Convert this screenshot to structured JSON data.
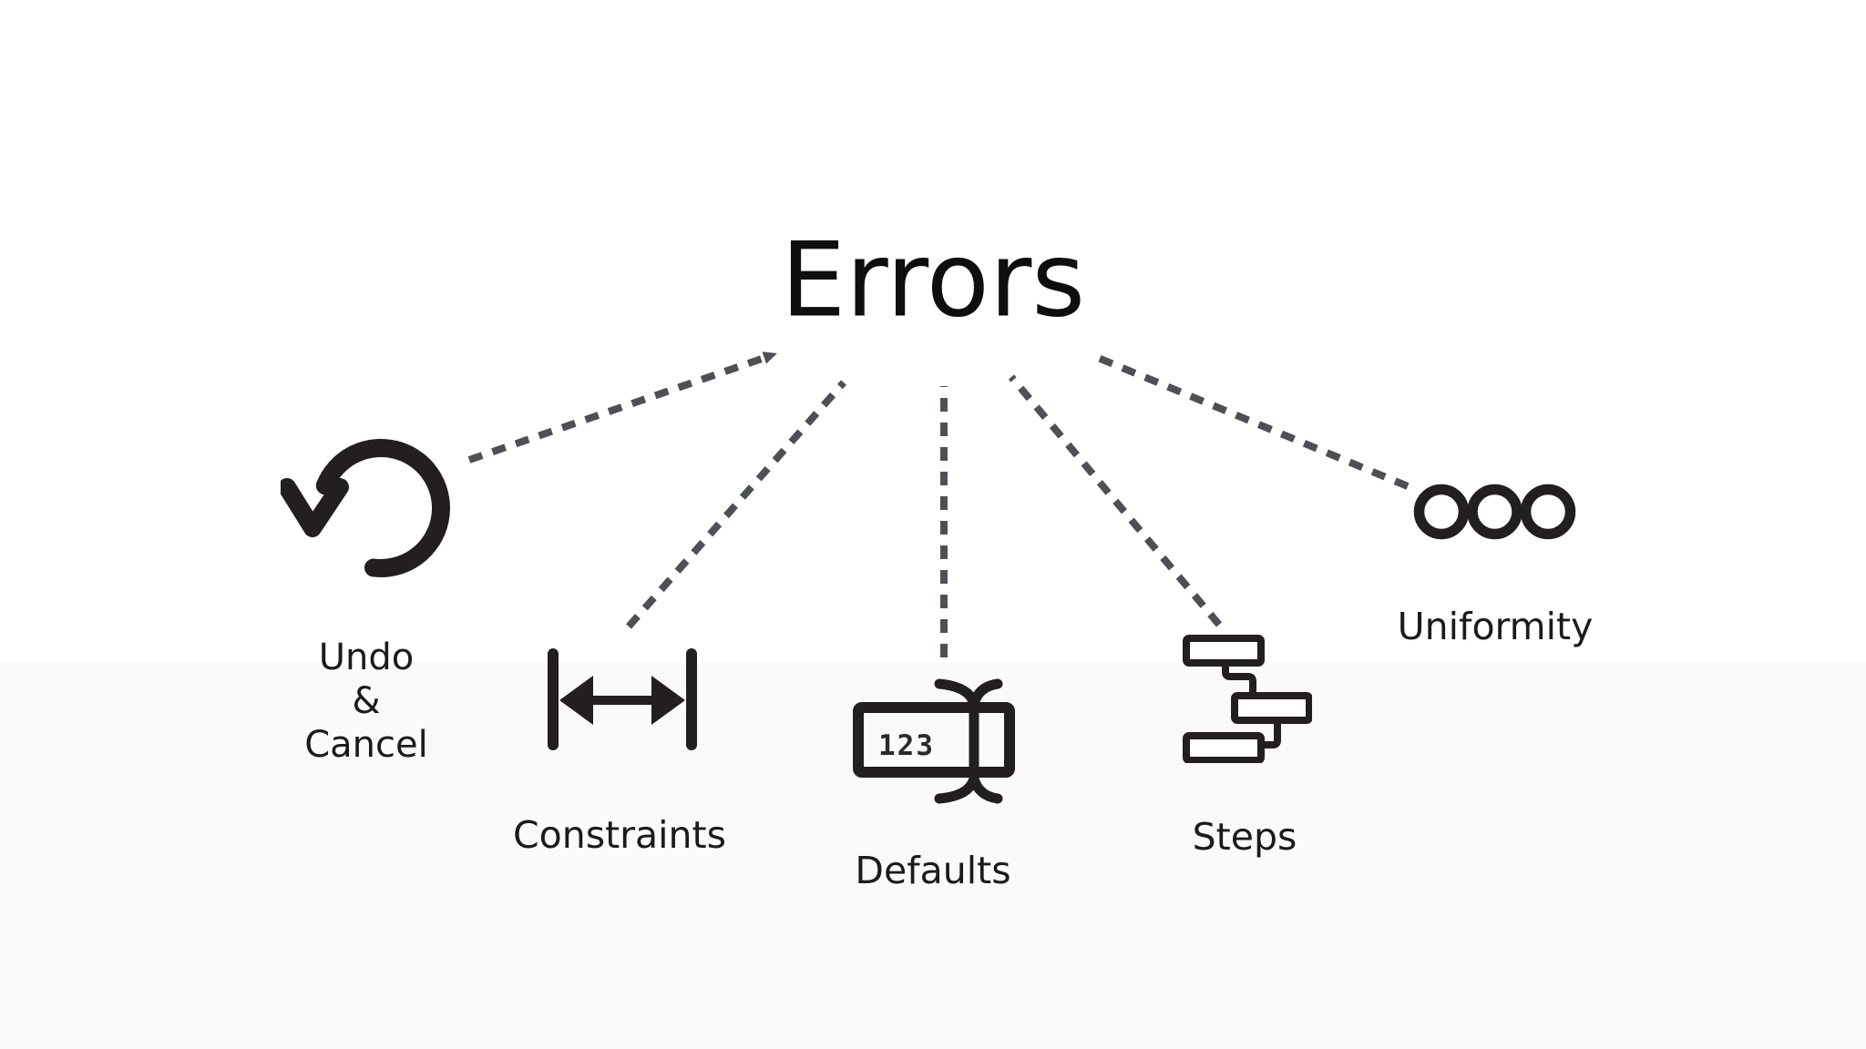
{
  "title": "Errors",
  "nodes": [
    {
      "label": "Undo\n&\nCancel",
      "icon": "undo-arrow-icon"
    },
    {
      "label": "Constraints",
      "icon": "width-constraint-arrow-icon"
    },
    {
      "label": "Defaults",
      "icon": "input-value-cursor-icon",
      "input_text": "123"
    },
    {
      "label": "Steps",
      "icon": "flow-steps-icon"
    },
    {
      "label": "Uniformity",
      "icon": "three-circles-icon"
    }
  ],
  "edges": [
    {
      "from": "Errors",
      "to": "Undo & Cancel",
      "style": "dashed"
    },
    {
      "from": "Errors",
      "to": "Constraints",
      "style": "dashed"
    },
    {
      "from": "Errors",
      "to": "Defaults",
      "style": "dashed"
    },
    {
      "from": "Errors",
      "to": "Steps",
      "style": "dashed"
    },
    {
      "from": "Errors",
      "to": "Uniformity",
      "style": "dashed"
    }
  ],
  "colors": {
    "ink": "#231f20",
    "dash": "#4d5055",
    "text": "#1b1b1b",
    "background": "#ffffff"
  }
}
